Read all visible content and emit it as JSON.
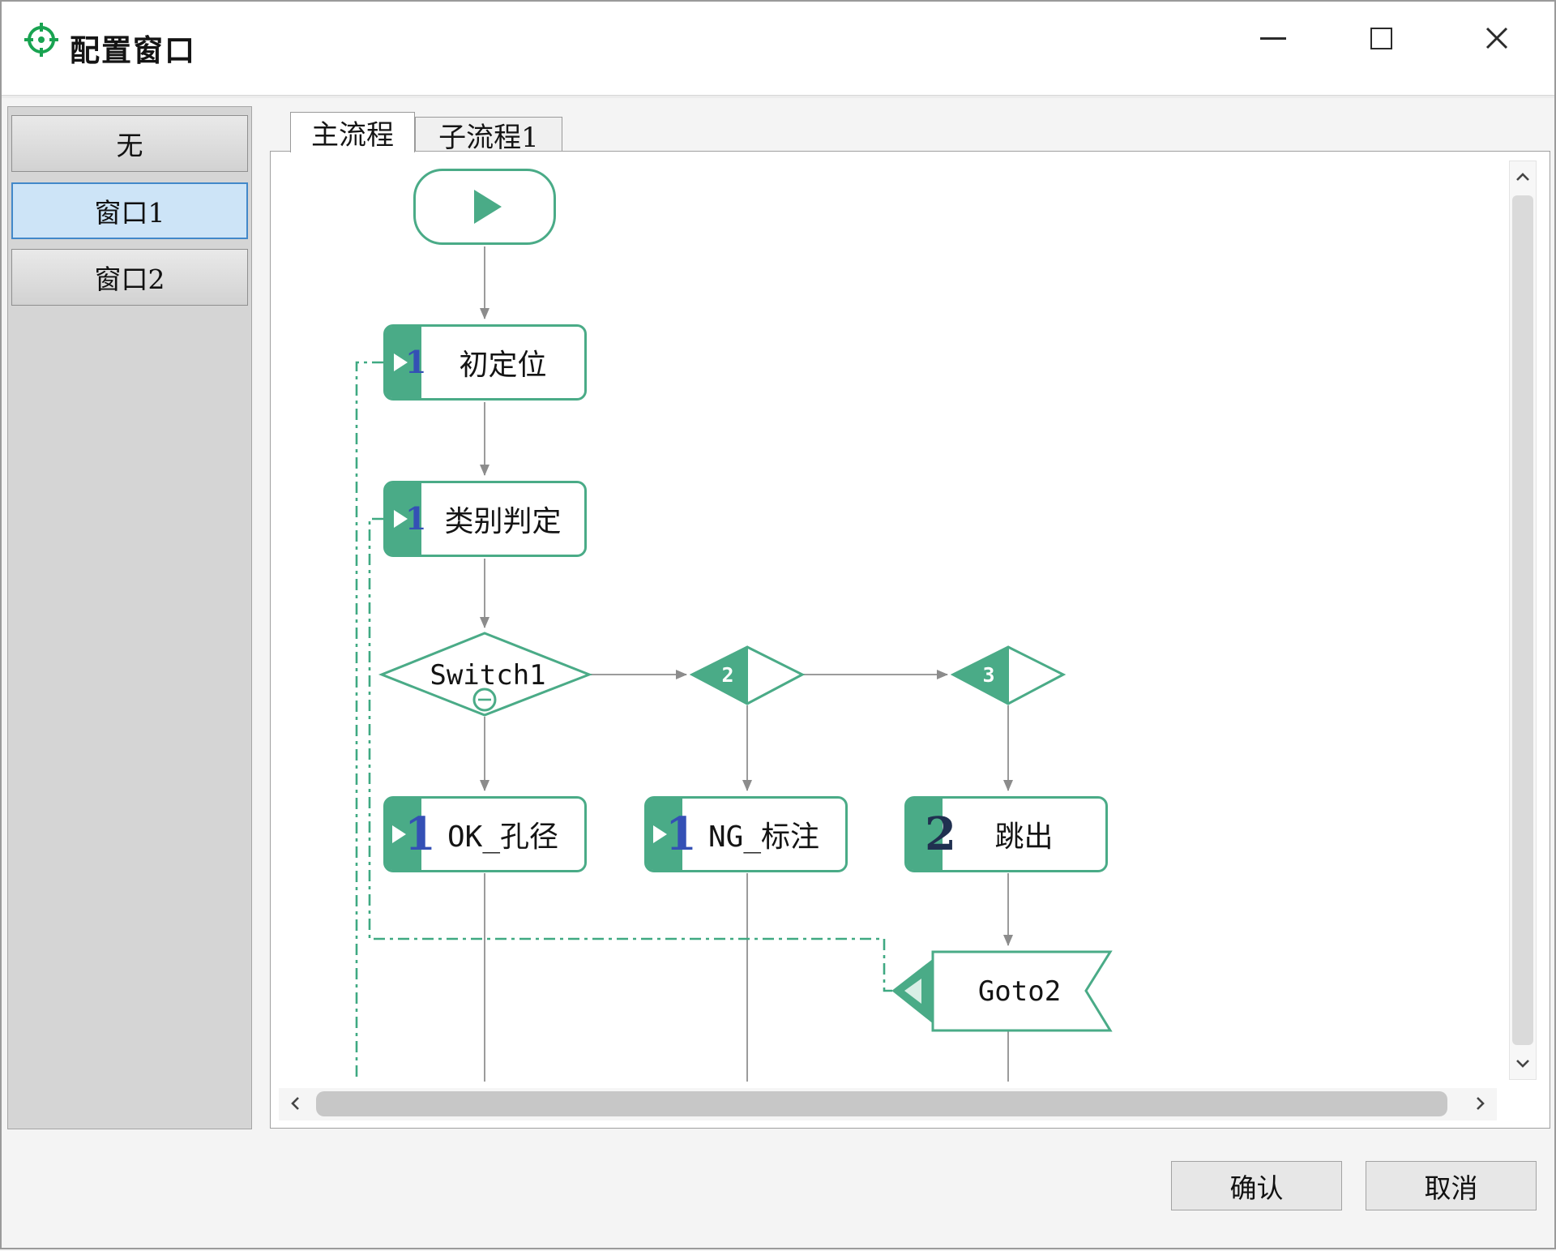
{
  "window": {
    "title": "配置窗口"
  },
  "sidebar": {
    "items": [
      {
        "label": "无",
        "selected": false
      },
      {
        "label": "窗口1",
        "selected": true
      },
      {
        "label": "窗口2",
        "selected": false
      }
    ]
  },
  "tabs": [
    {
      "label": "主流程",
      "active": true
    },
    {
      "label": "子流程1",
      "active": false
    }
  ],
  "flowchart": {
    "nodes": {
      "init": {
        "label": "初定位",
        "badge": "1"
      },
      "classify": {
        "label": "类别判定",
        "badge": "1"
      },
      "switch1": {
        "label": "Switch1"
      },
      "branch2": {
        "label": "2"
      },
      "branch3": {
        "label": "3"
      },
      "ok": {
        "label": "OK_孔径",
        "badge": "1"
      },
      "ng": {
        "label": "NG_标注",
        "badge": "1"
      },
      "jump": {
        "label": "跳出",
        "badge": "2"
      },
      "goto2": {
        "label": "Goto2"
      }
    }
  },
  "footer": {
    "confirm_label": "确认",
    "cancel_label": "取消"
  },
  "colors": {
    "accent_green": "#4aab87",
    "dash_green": "#3fa982",
    "wire_gray": "#9b9b9b",
    "selected_bg": "#cde4f7",
    "selected_border": "#4288c9",
    "badge_blue": "#3450b5",
    "badge_dark": "#203050"
  }
}
